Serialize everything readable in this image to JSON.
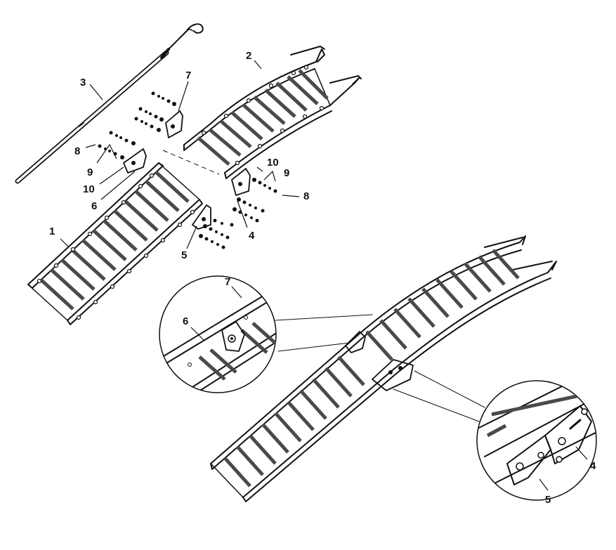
{
  "callouts": {
    "c1": "1",
    "c2": "2",
    "c3": "3",
    "c4": "4",
    "c5": "5",
    "c6": "6",
    "c7": "7",
    "c8a": "8",
    "c8b": "8",
    "c9a": "9",
    "c9b": "9",
    "c10a": "10",
    "c10b": "10",
    "d_c6": "6",
    "d_c7": "7",
    "d_c4": "4",
    "d_c5": "5"
  },
  "colors": {
    "ink": "#111111",
    "paper": "#ffffff",
    "rung": "#4a4a4a"
  }
}
